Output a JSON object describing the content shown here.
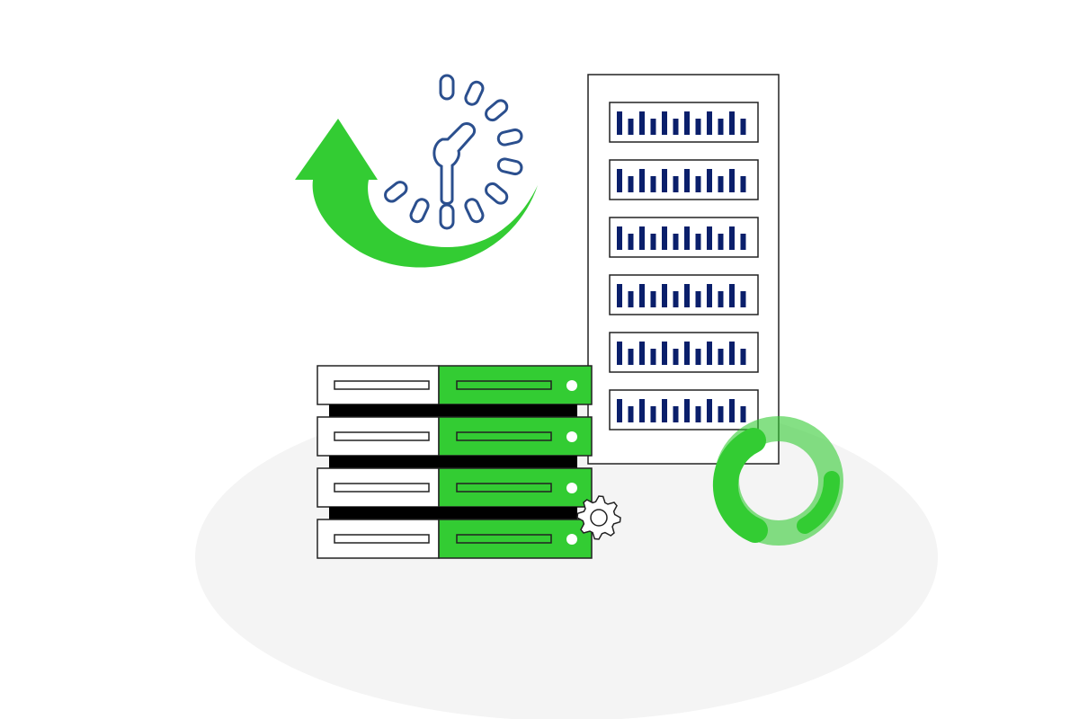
{
  "colors": {
    "green": "#33cc33",
    "green_light": "#7fdc7f",
    "navy": "#0a1f6b",
    "clock_blue": "#2b4f8e",
    "floor": "#f4f4f4",
    "outline": "#222222"
  },
  "rack": {
    "panel_count": 6,
    "bars_per_panel": 12
  },
  "stack": {
    "unit_count": 4
  }
}
